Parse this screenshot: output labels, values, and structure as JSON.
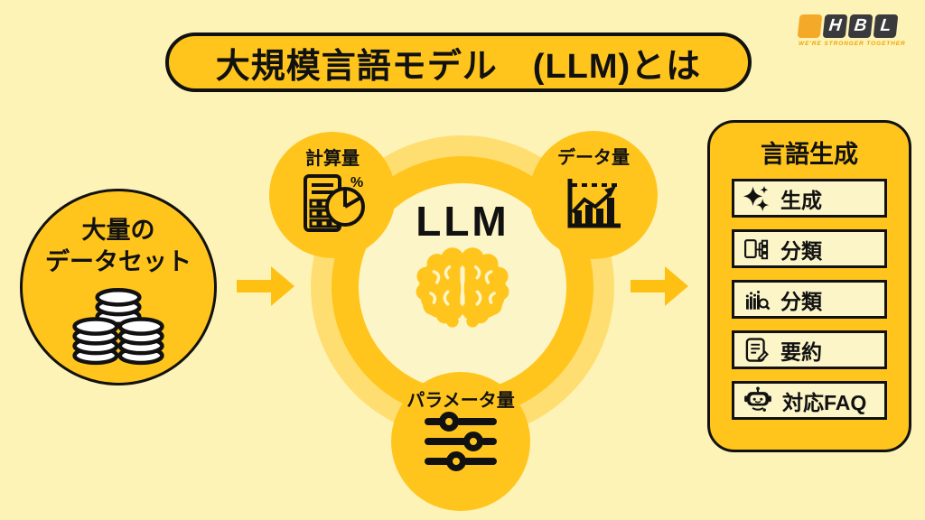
{
  "title": "大規模言語モデル　(LLM)とは",
  "logo": {
    "letters": [
      "H",
      "B",
      "L"
    ],
    "tagline": "WE'RE STRONGER TOGETHER"
  },
  "input": {
    "label_line1": "大量の",
    "label_line2": "データセット",
    "icon": "coins-icon"
  },
  "llm": {
    "label": "LLM",
    "icon": "brain-icon",
    "factors": [
      {
        "label": "計算量",
        "icon": "calculator-pie-icon"
      },
      {
        "label": "データ量",
        "icon": "bar-chart-icon"
      },
      {
        "label": "パラメータ量",
        "icon": "sliders-icon"
      }
    ]
  },
  "output": {
    "title": "言語生成",
    "items": [
      {
        "label": "生成",
        "icon": "sparkles-icon"
      },
      {
        "label": "分類",
        "icon": "document-tree-icon"
      },
      {
        "label": "分類",
        "icon": "chart-magnifier-icon"
      },
      {
        "label": "要約",
        "icon": "note-pencil-icon"
      },
      {
        "label": "対応FAQ",
        "icon": "robot-icon"
      }
    ]
  },
  "colors": {
    "background": "#FDF3B7",
    "gold": "#FFC51D",
    "ring_outer_band": "#FFDE71",
    "ring_interior": "#FCF5C8",
    "arrow": "#FFC014",
    "black": "#111111",
    "item_box_bg": "#FCF5C8",
    "logo_dark": "#3A3A3C",
    "logo_gold": "#F5A928"
  }
}
